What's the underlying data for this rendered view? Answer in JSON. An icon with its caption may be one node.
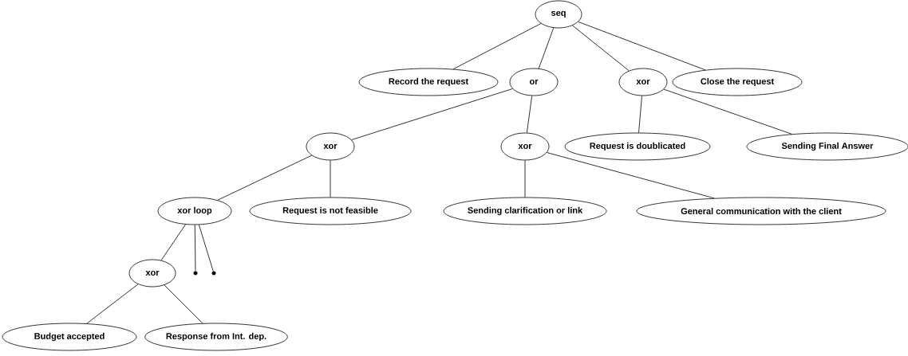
{
  "diagram": {
    "nodes": [
      {
        "text": [
          "seq"
        ]
      },
      {
        "text": [
          "Record the request"
        ]
      },
      {
        "text": [
          "or"
        ]
      },
      {
        "text": [
          "xor"
        ]
      },
      {
        "text": [
          "Close the request"
        ]
      },
      {
        "text": [
          "xor"
        ]
      },
      {
        "text": [
          "xor"
        ]
      },
      {
        "text": [
          "Request is doublicated"
        ]
      },
      {
        "text": [
          "Sending Final Answer"
        ]
      },
      {
        "text": [
          "xor loop"
        ]
      },
      {
        "text": [
          "Request is not feasible"
        ]
      },
      {
        "text": [
          "Sending clarification or link"
        ]
      },
      {
        "text": [
          "General communication with the client"
        ]
      },
      {
        "text": [
          "xor"
        ]
      },
      {
        "text": [],
        "shape": "circle"
      },
      {
        "text": [],
        "shape": "circle"
      },
      {
        "text": [
          "Budget accepted"
        ]
      },
      {
        "text": [
          "Response from Int. dep."
        ]
      }
    ],
    "edges": [
      {
        "from": 0,
        "to": 1,
        "arrow": "none"
      },
      {
        "from": 0,
        "to": 2,
        "arrow": "none"
      },
      {
        "from": 0,
        "to": 3,
        "arrow": "none"
      },
      {
        "from": 0,
        "to": 4,
        "arrow": "none"
      },
      {
        "from": 2,
        "to": 5,
        "arrow": "none"
      },
      {
        "from": 2,
        "to": 6,
        "arrow": "none"
      },
      {
        "from": 3,
        "to": 7,
        "arrow": "none"
      },
      {
        "from": 3,
        "to": 8,
        "arrow": "none"
      },
      {
        "from": 5,
        "to": 9,
        "arrow": "none"
      },
      {
        "from": 5,
        "to": 10,
        "arrow": "none"
      },
      {
        "from": 6,
        "to": 11,
        "arrow": "none"
      },
      {
        "from": 6,
        "to": 12,
        "arrow": "none"
      },
      {
        "from": 9,
        "to": 13,
        "arrow": "none"
      },
      {
        "from": 9,
        "to": 14,
        "arrow": "none"
      },
      {
        "from": 9,
        "to": 15,
        "arrow": "none"
      },
      {
        "from": 13,
        "to": 16,
        "arrow": "none"
      },
      {
        "from": 13,
        "to": 17,
        "arrow": "none"
      }
    ]
  }
}
